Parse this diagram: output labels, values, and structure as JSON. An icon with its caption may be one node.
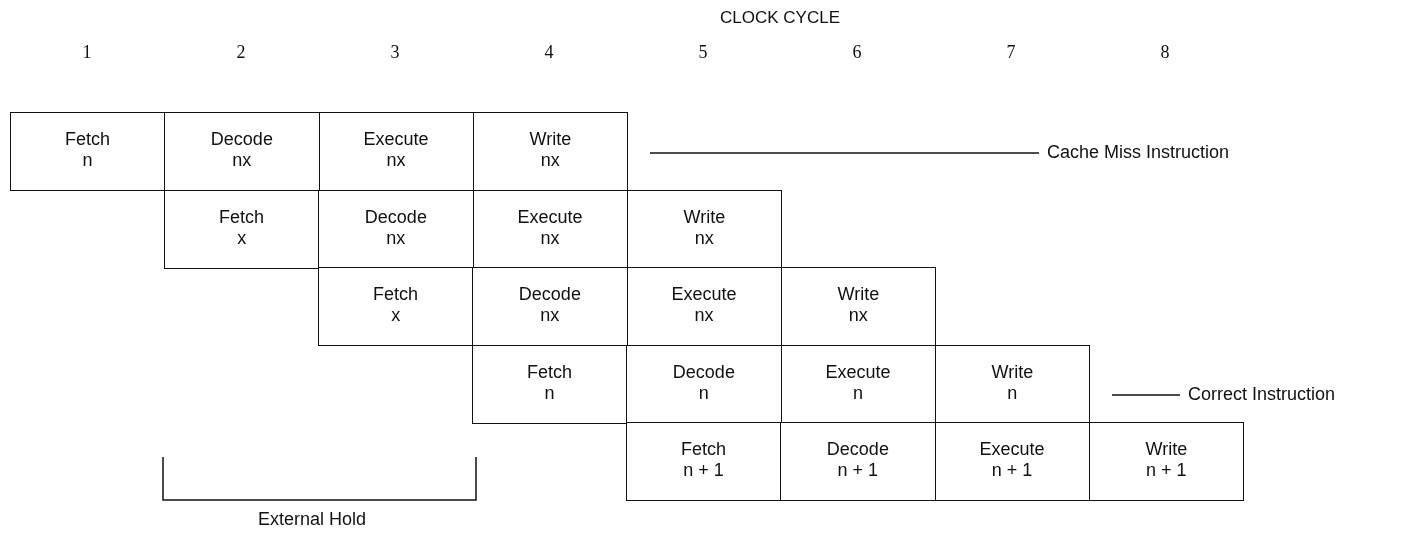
{
  "diagram": {
    "title": "CLOCK CYCLE",
    "nodes": [
      {
        "text": [],
        "shape": "box"
      },
      {
        "text": [
          "Fetch",
          "n"
        ],
        "in": 0
      },
      {
        "text": [
          "Decode",
          "nx"
        ],
        "in": 0
      },
      {
        "text": [
          "Execute",
          "nx"
        ],
        "in": 0
      },
      {
        "text": [
          "Write",
          "nx"
        ],
        "in": 0
      },
      {
        "text": [],
        "shape": "box"
      },
      {
        "text": [
          "Fetch",
          "x"
        ],
        "in": 5
      },
      {
        "text": [
          "Decode",
          "nx"
        ],
        "in": 5
      },
      {
        "text": [
          "Execute",
          "nx"
        ],
        "in": 5
      },
      {
        "text": [
          "Write",
          "nx"
        ],
        "in": 5
      },
      {
        "text": [],
        "shape": "box"
      },
      {
        "text": [
          "Fetch",
          "x"
        ],
        "in": 10
      },
      {
        "text": [
          "Decode",
          "nx"
        ],
        "in": 10
      },
      {
        "text": [
          "Execute",
          "nx"
        ],
        "in": 10
      },
      {
        "text": [
          "Write",
          "nx"
        ],
        "in": 10
      },
      {
        "text": [],
        "shape": "box"
      },
      {
        "text": [
          "Fetch",
          "n"
        ],
        "in": 15
      },
      {
        "text": [
          "Decode",
          "n"
        ],
        "in": 15
      },
      {
        "text": [
          "Execute",
          "n"
        ],
        "in": 15
      },
      {
        "text": [
          "Write",
          "n"
        ],
        "in": 15
      },
      {
        "text": [],
        "shape": "box"
      },
      {
        "text": [
          "Fetch",
          "n + 1"
        ],
        "in": 20
      },
      {
        "text": [
          "Decode",
          "n + 1"
        ],
        "in": 20
      },
      {
        "text": [
          "Execute",
          "n + 1"
        ],
        "in": 20
      },
      {
        "text": [
          "Write",
          "n + 1"
        ],
        "in": 20
      },
      {
        "text": [
          "Cache Miss Instruction"
        ]
      },
      {
        "text": [
          "Correct Instruction"
        ]
      }
    ],
    "edges": [
      {
        "from": 25,
        "to": 0,
        "arrow": "none"
      },
      {
        "from": 26,
        "to": 15,
        "arrow": "none"
      }
    ],
    "labels": [
      "1",
      "2",
      "3",
      "4",
      "5",
      "6",
      "7",
      "8",
      "External Hold"
    ]
  }
}
